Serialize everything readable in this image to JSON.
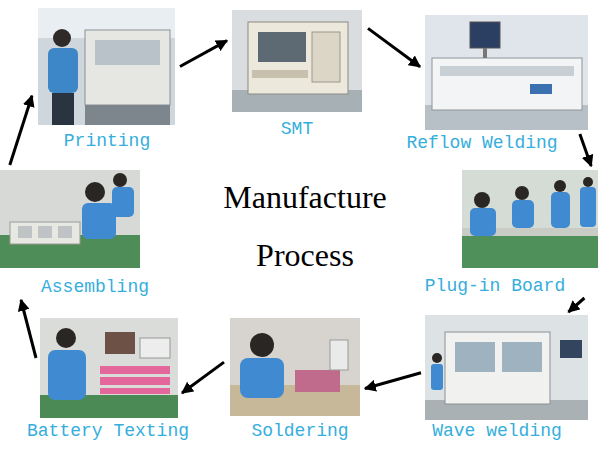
{
  "diagram": {
    "title": "Manufacture Process",
    "nodes": [
      {
        "text": [
          "Printing"
        ]
      },
      {
        "text": [
          "SMT"
        ]
      },
      {
        "text": [
          "Reflow Welding"
        ]
      },
      {
        "text": [
          "Plug-in Board"
        ]
      },
      {
        "text": [
          "Wave welding"
        ]
      },
      {
        "text": [
          "Soldering"
        ]
      },
      {
        "text": [
          "Battery Texting"
        ]
      },
      {
        "text": [
          "Assembling"
        ]
      }
    ],
    "edges": [
      {
        "from": 0,
        "to": 1,
        "arrow": "to"
      },
      {
        "from": 1,
        "to": 2,
        "arrow": "to"
      },
      {
        "from": 2,
        "to": 3,
        "arrow": "to"
      },
      {
        "from": 3,
        "to": 4,
        "arrow": "to"
      },
      {
        "from": 4,
        "to": 5,
        "arrow": "to"
      },
      {
        "from": 5,
        "to": 6,
        "arrow": "to"
      },
      {
        "from": 6,
        "to": 7,
        "arrow": "to"
      },
      {
        "from": 7,
        "to": 0,
        "arrow": "to"
      }
    ]
  }
}
